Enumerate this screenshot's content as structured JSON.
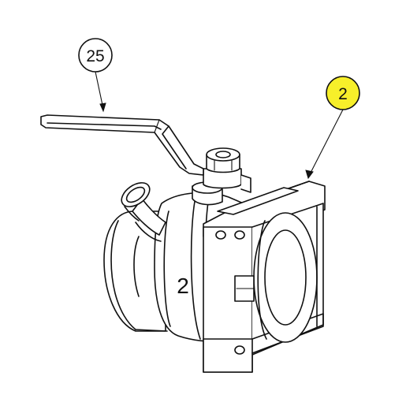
{
  "callouts": [
    {
      "label": "25",
      "fill": "#ffffff"
    },
    {
      "label": "2",
      "fill": "#f7ef2a"
    }
  ],
  "body_marking": "2",
  "icons": [
    "ball-valve-drawing",
    "handle-lever",
    "stem-nut",
    "outlet-tube",
    "body-ring",
    "end-cap"
  ]
}
